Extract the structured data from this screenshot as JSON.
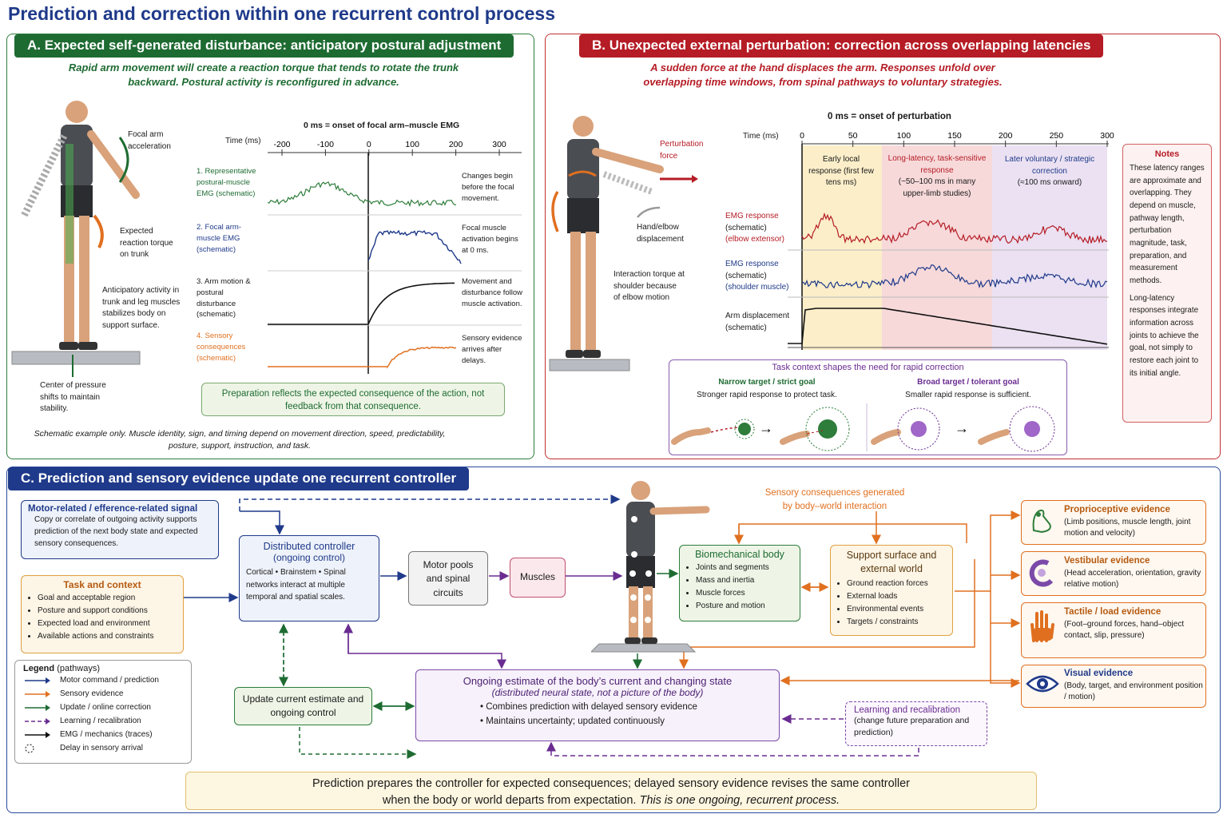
{
  "title": "Prediction and correction within one recurrent control process",
  "panelA": {
    "tab": "A.  Expected self-generated disturbance: anticipatory postural adjustment",
    "subtitle": "Rapid arm movement will create a reaction torque that tends to rotate the trunk backward. Postural activity is reconfigured in advance.",
    "focal": "Focal arm acceleration",
    "reaction": "Expected reaction torque on trunk",
    "anticipatory": "Anticipatory activity in trunk and leg muscles stabilizes body on support surface.",
    "cop": "Center of pressure shifts to maintain stability.",
    "onset": "0 ms = onset of focal arm–muscle EMG",
    "time_label": "Time (ms)",
    "ticks": [
      "-200",
      "-100",
      "0",
      "100",
      "200",
      "300"
    ],
    "row1_label": "1. Representative postural-muscle EMG (schematic)",
    "row1_note": "Changes begin before the focal movement.",
    "row2_label": "2. Focal arm-muscle EMG (schematic)",
    "row2_note": "Focal muscle activation begins at 0 ms.",
    "row3_label": "3. Arm motion & postural disturbance (schematic)",
    "row3_note": "Movement and disturbance follow muscle activation.",
    "row4_label": "4. Sensory consequences (schematic)",
    "row4_note": "Sensory evidence arrives after delays.",
    "prep": "Preparation reflects the expected consequence of the action, not feedback from that consequence.",
    "footnote": "Schematic example only. Muscle identity, sign, and timing depend on movement direction, speed, predictability, posture, support, instruction, and task."
  },
  "panelB": {
    "tab": "B.  Unexpected external perturbation: correction across overlapping latencies",
    "subtitle": "A sudden force at the hand displaces the arm. Responses unfold over overlapping time windows, from spinal pathways to voluntary strategies.",
    "pert_force": "Perturbation force",
    "displacement": "Hand/elbow displacement",
    "interaction": "Interaction torque at shoulder because of elbow motion",
    "onset": "0 ms = onset of perturbation",
    "time_label": "Time (ms)",
    "ticks": [
      "0",
      "50",
      "100",
      "150",
      "200",
      "250",
      "300"
    ],
    "win1": "Early local response (first few tens ms)",
    "win2_title": "Long-latency, task-sensitive response",
    "win2_sub": "(~50–100 ms in many upper-limb studies)",
    "win3_title": "Later voluntary / strategic correction",
    "win3_sub": "(≈100 ms onward)",
    "emg1_a": "EMG response",
    "emg1_b": "(schematic)",
    "emg1_c": "(elbow extensor)",
    "emg2_a": "EMG response",
    "emg2_b": "(schematic)",
    "emg2_c": "(shoulder muscle)",
    "arm_a": "Arm displacement",
    "arm_b": "(schematic)",
    "task_title": "Task context shapes the need for rapid correction",
    "narrow_title": "Narrow target / strict goal",
    "narrow_desc": "Stronger rapid response to protect task.",
    "broad_title": "Broad target / tolerant goal",
    "broad_desc": "Smaller rapid response is sufficient.",
    "notes_title": "Notes",
    "notes_1": "These latency ranges are approximate and overlapping. They depend on muscle, pathway length, perturbation magnitude, task, preparation, and measurement methods.",
    "notes_2": "Long-latency responses integrate information across joints to achieve the goal, not simply to restore each joint to its initial angle."
  },
  "panelC": {
    "tab": "C.  Prediction and sensory evidence update one recurrent controller",
    "motor_title": "Motor-related / efference-related signal",
    "motor_desc": "Copy or correlate of outgoing activity supports prediction of the next body state and expected sensory consequences.",
    "task_title": "Task and context",
    "task_items": [
      "Goal and acceptable region",
      "Posture and support conditions",
      "Expected load and environment",
      "Available actions and constraints"
    ],
    "dc_title": "Distributed controller",
    "dc_sub": "(ongoing control)",
    "dc_desc": "Cortical • Brainstem • Spinal networks interact at multiple temporal and spatial scales.",
    "motor_pools": "Motor pools and spinal circuits",
    "muscles": "Muscles",
    "sens_gen": "Sensory consequences generated by body–world interaction",
    "bio_title": "Biomechanical body",
    "bio_items": [
      "Joints and segments",
      "Mass and inertia",
      "Muscle forces",
      "Posture and motion"
    ],
    "support_title": "Support surface and external world",
    "support_items": [
      "Ground reaction forces",
      "External loads",
      "Environmental events",
      "Targets / constraints"
    ],
    "proprio_title": "Proprioceptive evidence",
    "proprio_desc": "(Limb positions, muscle length, joint motion and velocity)",
    "vest_title": "Vestibular evidence",
    "vest_desc": "(Head acceleration, orientation, gravity relative motion)",
    "tactile_title": "Tactile / load evidence",
    "tactile_desc": "(Foot–ground forces, hand–object contact, slip, pressure)",
    "visual_title": "Visual evidence",
    "visual_desc": "(Body, target, and environment position / motion)",
    "update_title": "Update current estimate and ongoing control",
    "estimate_title": "Ongoing estimate of the body’s current and changing state",
    "estimate_sub": "(distributed neural state, not a picture of the body)",
    "estimate_items": [
      "Combines prediction with delayed sensory evidence",
      "Maintains uncertainty; updated continuously"
    ],
    "learning_title": "Learning and recalibration",
    "learning_desc": "(change future preparation and prediction)",
    "legend_title": "Legend",
    "legend_sub": "(pathways)",
    "legend_items": [
      "Motor command / prediction",
      "Sensory evidence",
      "Update / online correction",
      "Learning / recalibration",
      "EMG / mechanics (traces)",
      "Delay in sensory arrival"
    ],
    "bottom_1": "Prediction prepares the controller for expected consequences; delayed sensory evidence revises the same controller",
    "bottom_2a": "when the body or world departs from expectation. ",
    "bottom_2b": "This is one ongoing, recurrent process."
  },
  "colors": {
    "green": "#1e6b32",
    "red": "#b51c25",
    "navy": "#1f3a8a",
    "orange": "#e07020",
    "purple": "#6a2c91"
  }
}
